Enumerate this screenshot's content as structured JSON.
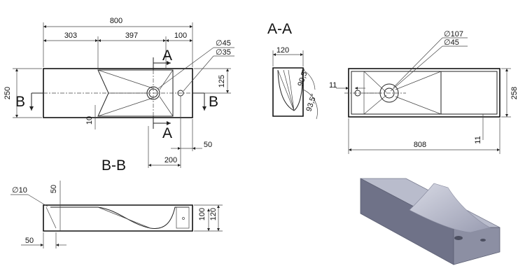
{
  "sections": {
    "aa": "A-A",
    "bb": "B-B",
    "a_mark": "A",
    "b_mark": "B"
  },
  "top_view": {
    "overall": "800",
    "d303": "303",
    "d397": "397",
    "d100": "100",
    "dia45": "∅45",
    "dia35": "∅35",
    "h250": "250",
    "d125": "125",
    "d10": "10",
    "d50": "50",
    "d200": "200"
  },
  "aa_view": {
    "w120": "120",
    "ang905": "90,5°",
    "ang935": "93,5°"
  },
  "right_view": {
    "dia107": "∅107",
    "dia45": "∅45",
    "d11_left": "11",
    "h258": "258",
    "d11_bottom": "11",
    "w808": "808"
  },
  "bb_view": {
    "dia10": "∅10",
    "d50_top": "50",
    "d100": "100",
    "d120": "120",
    "d50_bottom": "50"
  },
  "colors": {
    "ink": "#222222",
    "render_top": "#b9bccc",
    "render_side": "#8c8fa3",
    "render_front": "#6f7288"
  }
}
